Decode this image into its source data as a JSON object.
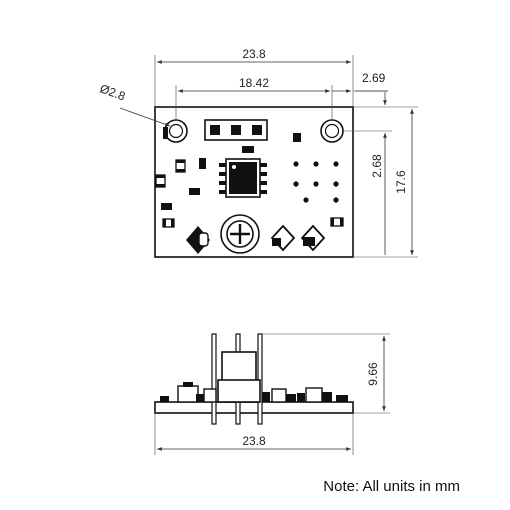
{
  "top_view": {
    "width_label": "23.8",
    "hole_spacing_label": "18.42",
    "hole_offset_label": "2.69",
    "hole_diameter_label": "Ø2.8",
    "hole_height_label": "2.68",
    "height_label": "17.6"
  },
  "side_view": {
    "height_label": "9.66",
    "width_label": "23.8"
  },
  "note": "Note: All units in mm"
}
